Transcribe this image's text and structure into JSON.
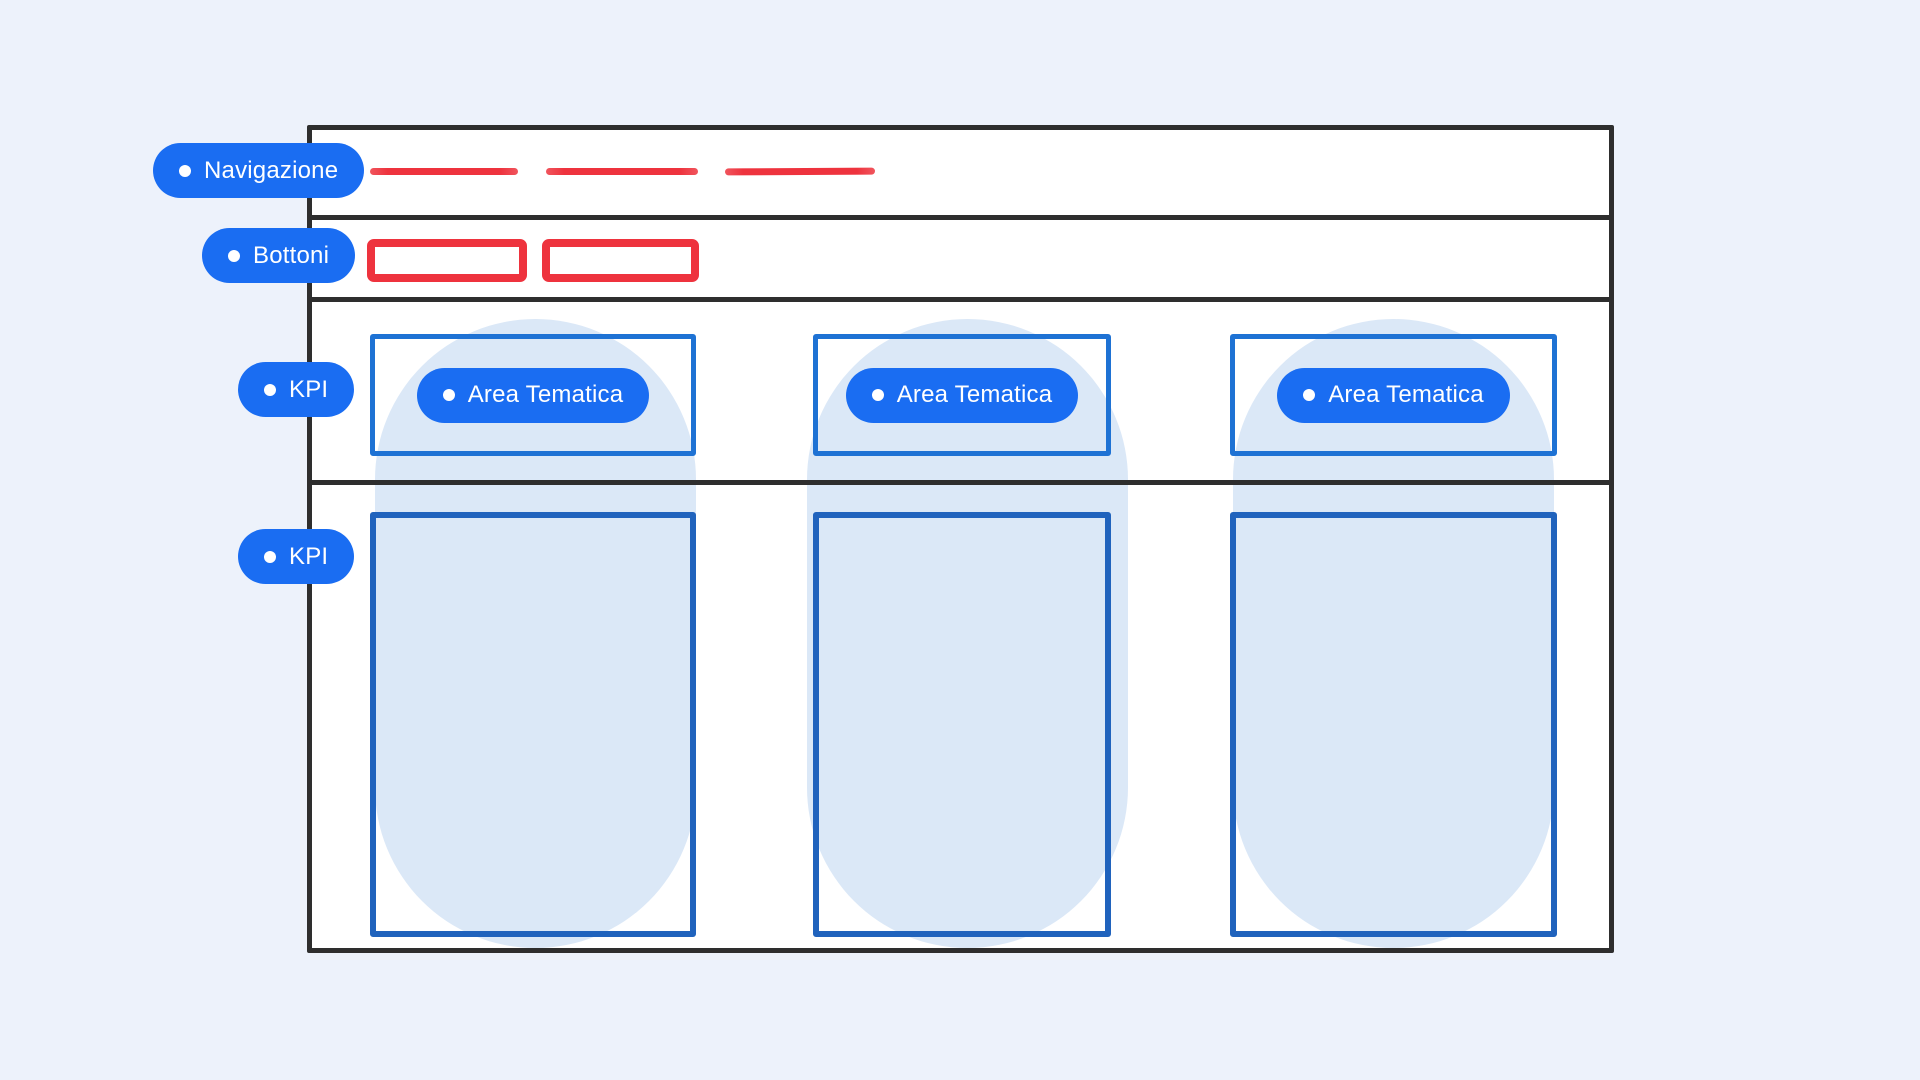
{
  "colors": {
    "background": "#edf2fb",
    "accent-blue": "#1a6df2",
    "outline-blue": "#1e72d4",
    "outline-blue-deep": "#2063bd",
    "blob-blue": "#dbe8f7",
    "marker-red": "#ee333e",
    "frame-ink": "#2e2e2e"
  },
  "annotations": {
    "navigation": "Navigazione",
    "buttons": "Bottoni",
    "kpi_top": "KPI",
    "kpi_bottom": "KPI"
  },
  "wireframe": {
    "nav_line_count": 3,
    "button_count": 2,
    "columns": [
      {
        "area_label": "Area Tematica"
      },
      {
        "area_label": "Area Tematica"
      },
      {
        "area_label": "Area Tematica"
      }
    ]
  }
}
